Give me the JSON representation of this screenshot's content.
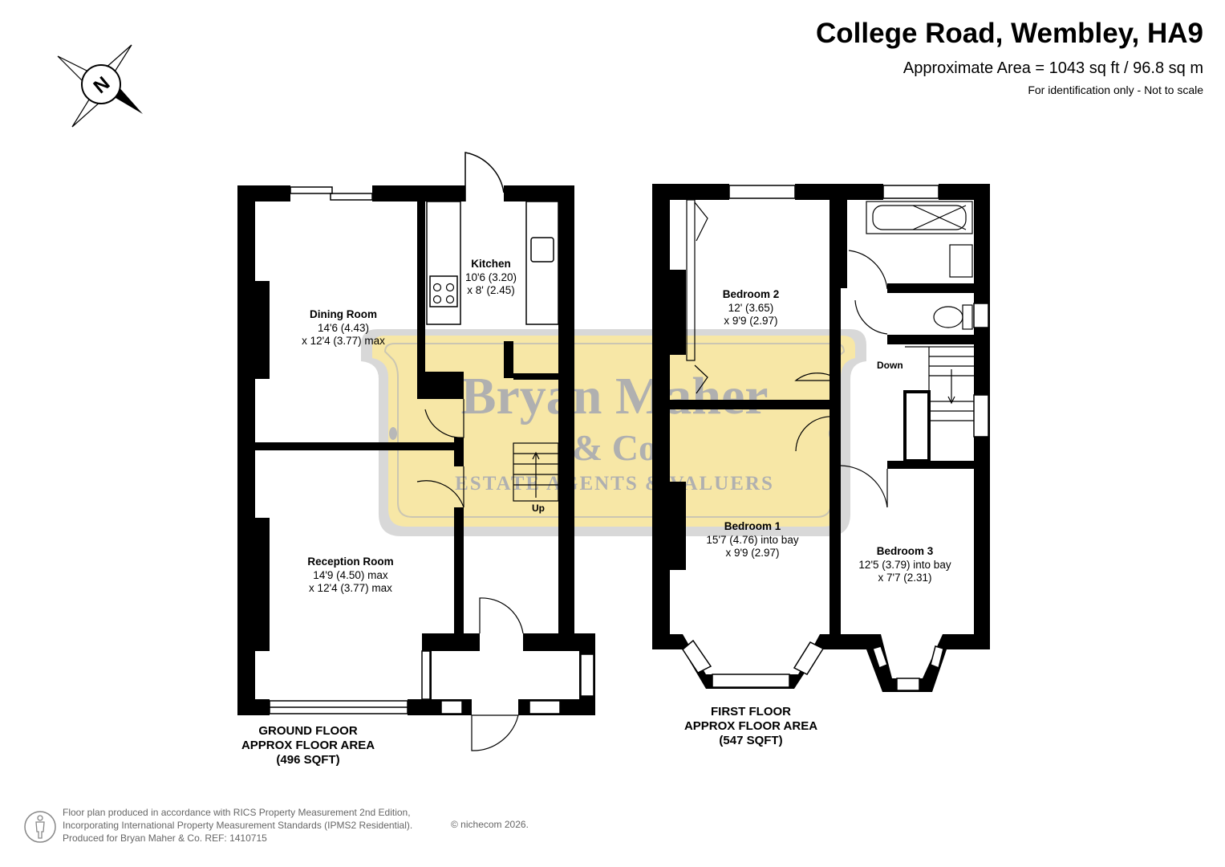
{
  "header": {
    "title": "College Road, Wembley, HA9",
    "area": "Approximate Area = 1043 sq ft / 96.8 sq m",
    "note": "For identification only - Not to scale"
  },
  "compass": {
    "icon": "north-compass-icon",
    "letter": "N"
  },
  "watermark": {
    "line1": "Bryan Maher",
    "line2": "& Co",
    "line3": "ESTATE AGENTS & VALUERS",
    "fill_color": "#f7e7a6",
    "border_color": "#b8b8b8"
  },
  "rooms": {
    "kitchen": {
      "name": "Kitchen",
      "dim1": "10'6 (3.20)",
      "dim2": "x 8' (2.45)"
    },
    "dining": {
      "name": "Dining Room",
      "dim1": "14'6 (4.43)",
      "dim2": "x 12'4 (3.77) max"
    },
    "reception": {
      "name": "Reception Room",
      "dim1": "14'9 (4.50) max",
      "dim2": "x 12'4 (3.77) max"
    },
    "bedroom2": {
      "name": "Bedroom 2",
      "dim1": "12' (3.65)",
      "dim2": "x 9'9 (2.97)"
    },
    "bedroom1": {
      "name": "Bedroom 1",
      "dim1": "15'7 (4.76) into bay",
      "dim2": "x 9'9 (2.97)"
    },
    "bedroom3": {
      "name": "Bedroom 3",
      "dim1": "12'5 (3.79) into bay",
      "dim2": "x 7'7 (2.31)"
    }
  },
  "stairs": {
    "up": "Up",
    "down": "Down"
  },
  "floors": {
    "ground": {
      "line1": "GROUND FLOOR",
      "line2": "APPROX FLOOR AREA",
      "line3": "(496  SQFT)"
    },
    "first": {
      "line1": "FIRST FLOOR",
      "line2": "APPROX FLOOR AREA",
      "line3": "(547 SQFT)"
    }
  },
  "footer": {
    "line1": "Floor plan produced in accordance with RICS Property Measurement 2nd Edition,",
    "line2": "Incorporating International Property Measurement Standards (IPMS2 Residential).",
    "line3": "Produced for Bryan Maher & Co.   REF: 1410715",
    "copyright": "© nichecom 2026."
  },
  "colors": {
    "wall": "#000000",
    "text": "#000000",
    "footer_text": "#666666"
  }
}
